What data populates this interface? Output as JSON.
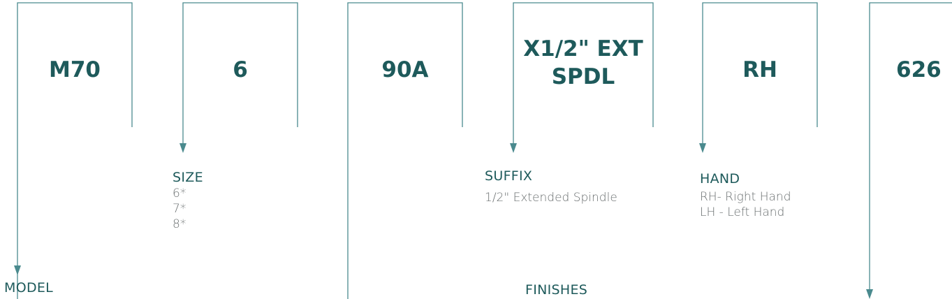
{
  "codes": {
    "model": "M70",
    "size": "6",
    "function": "90A",
    "suffix_line1": "X1/2\" EXT",
    "suffix_line2": "SPDL",
    "hand": "RH",
    "finish": "626"
  },
  "labels": {
    "model": {
      "heading": "MODEL"
    },
    "size": {
      "heading": "SIZE",
      "options": [
        "6*",
        "7*",
        "8*"
      ]
    },
    "suffix": {
      "heading": "SUFFIX",
      "options": [
        "1/2\" Extended Spindle"
      ]
    },
    "hand": {
      "heading": "HAND",
      "options": [
        "RH- Right Hand",
        "LH - Left Hand"
      ]
    },
    "finishes": {
      "heading": "FINISHES"
    }
  },
  "colors": {
    "accent": "#1e5a5b",
    "line": "#4a8a8e",
    "option_text": "#6a6f70"
  }
}
